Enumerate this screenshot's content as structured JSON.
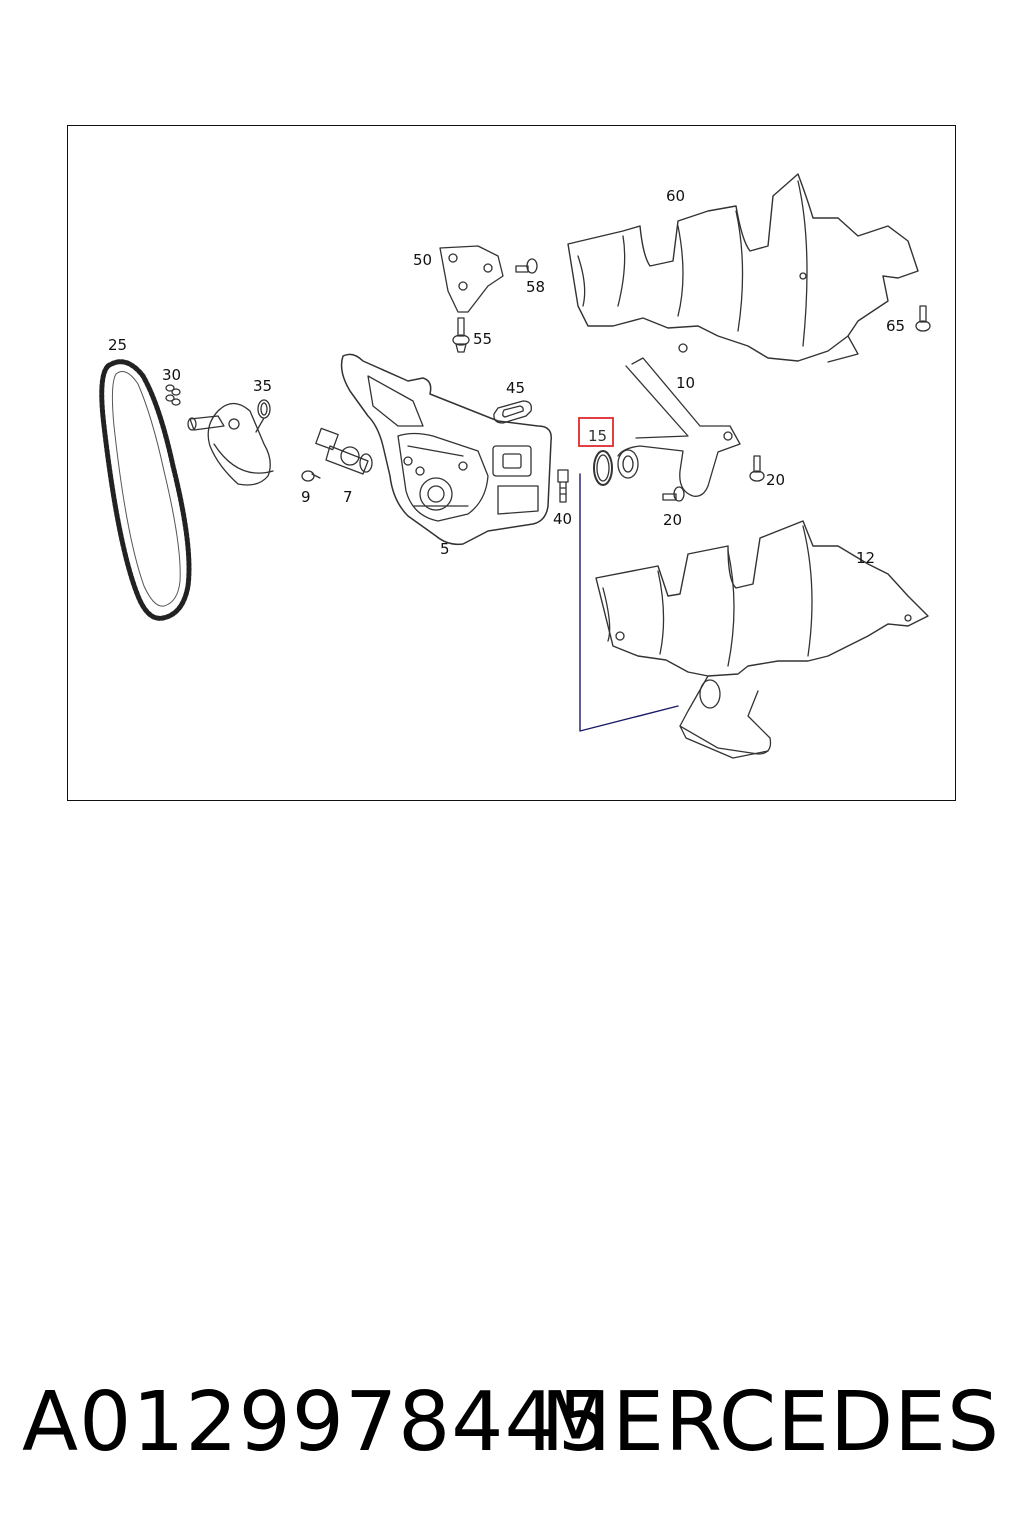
{
  "diagram": {
    "callouts": [
      {
        "id": "25",
        "label": "25"
      },
      {
        "id": "30",
        "label": "30"
      },
      {
        "id": "35",
        "label": "35"
      },
      {
        "id": "9",
        "label": "9"
      },
      {
        "id": "7",
        "label": "7"
      },
      {
        "id": "5",
        "label": "5"
      },
      {
        "id": "45",
        "label": "45"
      },
      {
        "id": "40",
        "label": "40"
      },
      {
        "id": "50",
        "label": "50"
      },
      {
        "id": "58",
        "label": "58"
      },
      {
        "id": "55",
        "label": "55"
      },
      {
        "id": "60",
        "label": "60"
      },
      {
        "id": "65",
        "label": "65"
      },
      {
        "id": "10",
        "label": "10"
      },
      {
        "id": "15",
        "label": "15",
        "highlighted": true
      },
      {
        "id": "20a",
        "label": "20"
      },
      {
        "id": "20b",
        "label": "20"
      },
      {
        "id": "12",
        "label": "12"
      }
    ],
    "highlight_color": "#e0282e"
  },
  "footer": {
    "part_number": "A0129978445",
    "brand": "MERCEDES"
  }
}
